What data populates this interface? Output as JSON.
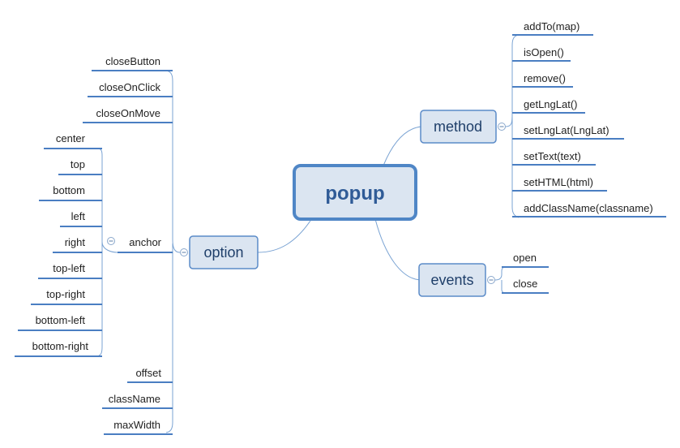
{
  "root": {
    "label": "popup"
  },
  "branches": {
    "method": {
      "label": "method",
      "items": [
        "addTo(map)",
        "isOpen()",
        "remove()",
        "getLngLat()",
        "setLngLat(LngLat)",
        "setText(text)",
        "setHTML(html)",
        "addClassName(classname)"
      ]
    },
    "events": {
      "label": "events",
      "items": [
        "open",
        "close"
      ]
    },
    "option": {
      "label": "option",
      "items": [
        "closeButton",
        "closeOnClick",
        "closeOnMove",
        "anchor",
        "offset",
        "className",
        "maxWidth"
      ],
      "anchor": {
        "label": "anchor",
        "items": [
          "center",
          "top",
          "bottom",
          "left",
          "right",
          "top-left",
          "top-right",
          "bottom-left",
          "bottom-right"
        ]
      }
    }
  },
  "colors": {
    "branch_fill": "#dbe5f1",
    "branch_border": "#5b8bc8",
    "root_fill": "#dbe5f1",
    "root_border": "#4f86c6",
    "line": "#4a7ec2",
    "connector": "#7aa3d3"
  }
}
